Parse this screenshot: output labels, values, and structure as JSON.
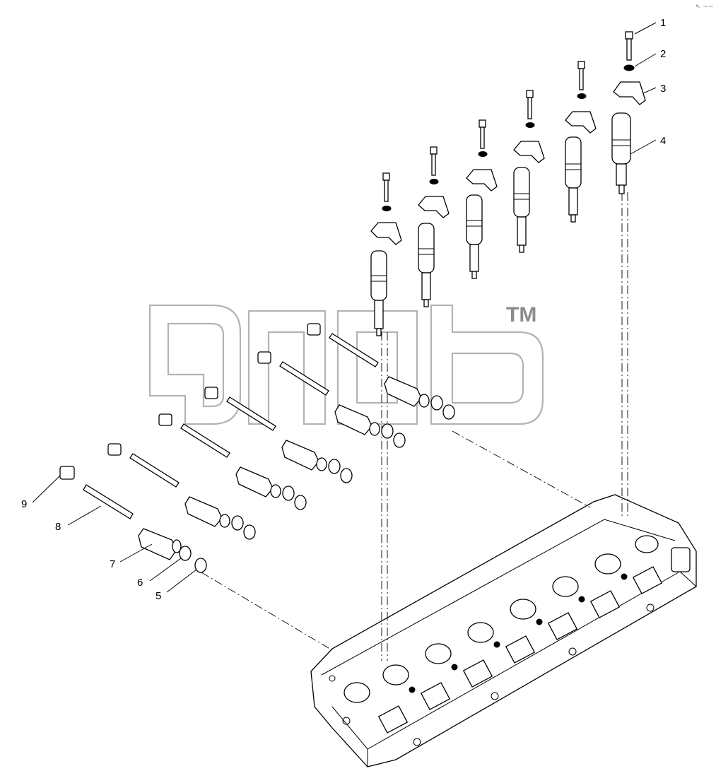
{
  "diagram": {
    "callouts": [
      {
        "id": "1",
        "label": "1"
      },
      {
        "id": "2",
        "label": "2"
      },
      {
        "id": "3",
        "label": "3"
      },
      {
        "id": "4",
        "label": "4"
      },
      {
        "id": "5",
        "label": "5"
      },
      {
        "id": "6",
        "label": "6"
      },
      {
        "id": "7",
        "label": "7"
      },
      {
        "id": "8",
        "label": "8"
      },
      {
        "id": "9",
        "label": "9"
      }
    ],
    "watermark": {
      "tm": "TM"
    },
    "corner_mark": "↖ ~~"
  }
}
